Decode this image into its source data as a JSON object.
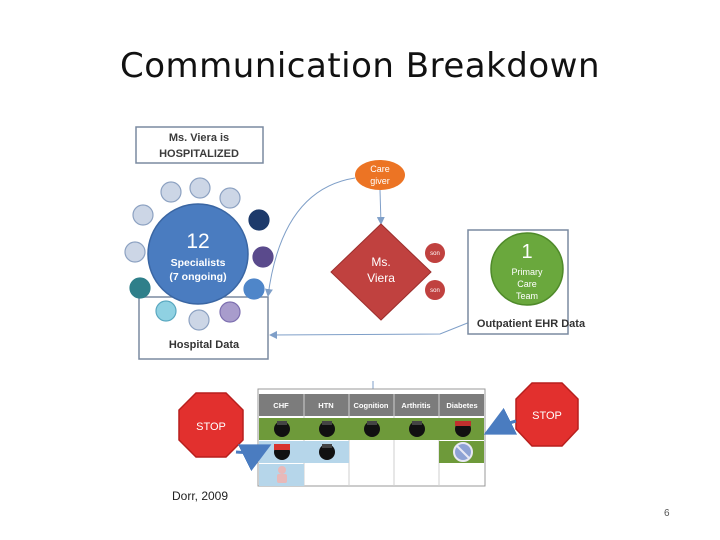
{
  "title": "Communication Breakdown",
  "citation": "Dorr, 2009",
  "page_number": "6",
  "hospitalized_box": {
    "line1": "Ms. Viera is",
    "line2": "HOSPITALIZED"
  },
  "specialists": {
    "count": "12",
    "line1": "Specialists",
    "line2": "(7 ongoing)"
  },
  "hospital_data": "Hospital Data",
  "caregiver": {
    "line1": "Care",
    "line2": "giver"
  },
  "patient": {
    "line1": "Ms.",
    "line2": "Viera"
  },
  "son_labels": [
    "son",
    "son"
  ],
  "primary_care": {
    "count": "1",
    "line1": "Primary",
    "line2": "Care",
    "line3": "Team"
  },
  "outpatient_data": "Outpatient EHR Data",
  "stop_left": "STOP",
  "stop_right": "STOP",
  "table_headers": [
    "CHF",
    "HTN",
    "Cognition",
    "Arthritis",
    "Diabetes"
  ],
  "colors": {
    "blue": "#4a7cc0",
    "red_diamond": "#c0413f",
    "orange": "#ec7424",
    "green": "#6aa83d",
    "stop_red": "#e2302e",
    "header_gray": "#7c7c7c",
    "row_green": "#6e9a3a"
  }
}
